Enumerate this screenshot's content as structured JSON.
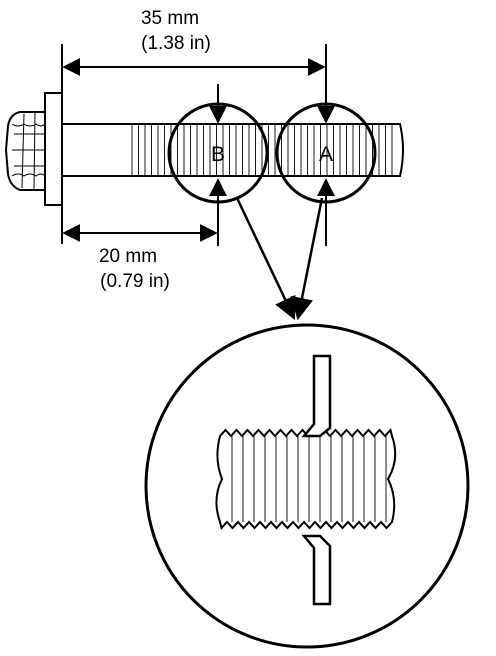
{
  "dimensions": {
    "overall": {
      "metric": "35 mm",
      "imperial": "(1.38 in)"
    },
    "point_b": {
      "metric": "20 mm",
      "imperial": "(0.79 in)"
    }
  },
  "measurement_points": {
    "a_label": "A",
    "b_label": "B"
  },
  "colors": {
    "line": "#000000",
    "background": "#ffffff"
  }
}
